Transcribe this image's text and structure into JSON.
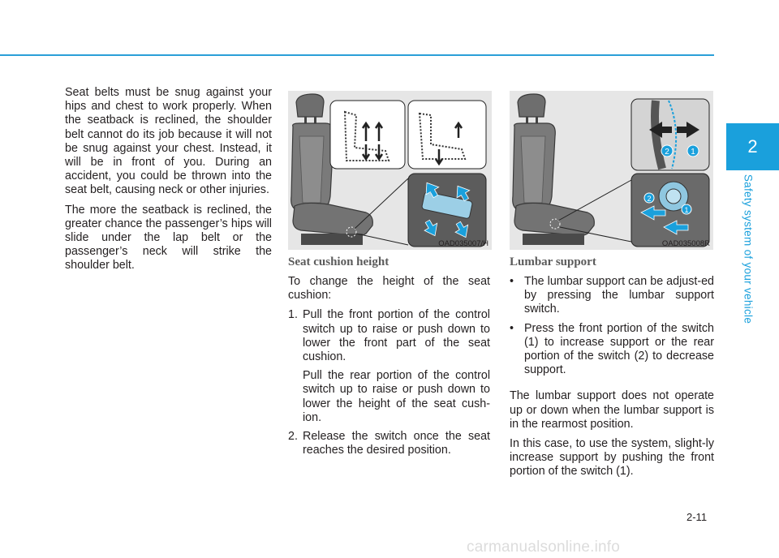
{
  "sidebar": {
    "chapter_number": "2",
    "chapter_title": "Safety system of your vehicle"
  },
  "column1": {
    "paragraphs": [
      "Seat belts must be snug against your hips and chest to work properly. When the seatback is reclined, the shoulder belt cannot do its job because it will not be snug against your chest. Instead, it will be in front of you. During an accident, you could be thrown into the seat belt, causing neck or other injuries.",
      "The more the seatback is reclined, the greater chance the passenger’s hips will slide under the lap belt or the passenger’s neck will strike the shoulder belt."
    ]
  },
  "figure1": {
    "code": "OAD035007/H"
  },
  "figure2": {
    "code": "OAD035008R",
    "label_1": "1",
    "label_2": "2"
  },
  "seat_cushion": {
    "heading": "Seat cushion height",
    "intro": "To change the height of the seat cushion:",
    "step1_marker": "1.",
    "step1": "Pull the front portion of the control switch up to raise or push down to lower the front part of the seat cushion.",
    "step1_extra": "Pull the rear portion of the control switch up to raise or push down to lower the height of the seat cush-ion.",
    "step2_marker": "2.",
    "step2": "Release the switch once the seat reaches the desired position."
  },
  "lumbar": {
    "heading": "Lumbar support",
    "bullet_marker": "•",
    "bullet1": "The lumbar support can be adjust-ed by pressing the lumbar support switch.",
    "bullet2": "Press the front portion of the switch (1) to increase support or the rear portion of the switch (2) to decrease support.",
    "note1": "The lumbar support does not operate up or down when the lumbar support is in the rearmost position.",
    "note2": "In this case, to use the system, slight-ly increase support by pushing the front portion of the switch (1)."
  },
  "footer": {
    "page_number": "2-11",
    "watermark": "carmanualsonline.info"
  }
}
